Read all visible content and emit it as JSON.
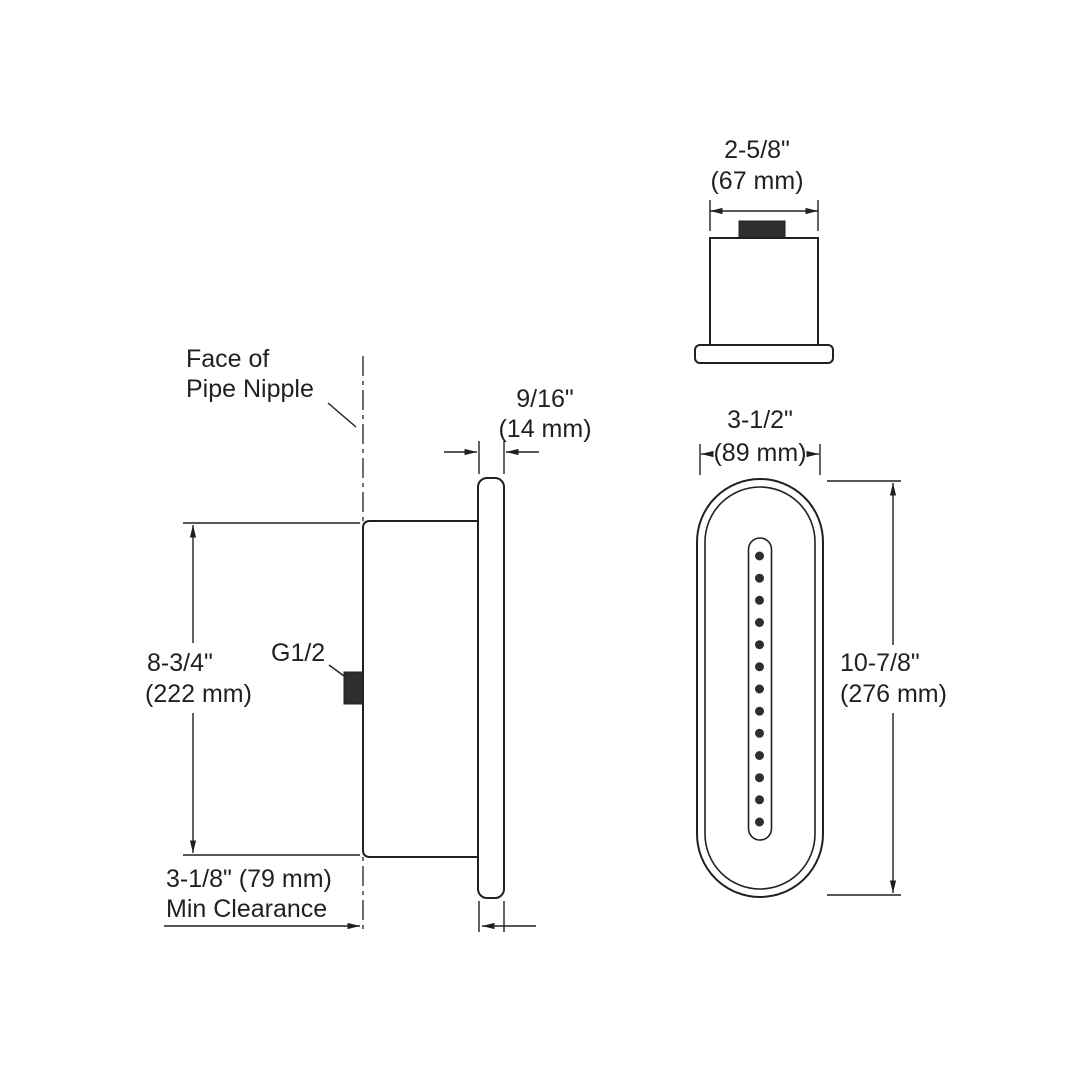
{
  "drawing": {
    "top_view": {
      "width_in": "2-5/8\"",
      "width_mm": "(67 mm)"
    },
    "side_view": {
      "face_label_line1": "Face of",
      "face_label_line2": "Pipe Nipple",
      "thickness_in": "9/16\"",
      "thickness_mm": "(14 mm)",
      "height_in": "8-3/4\"",
      "height_mm": "(222 mm)",
      "thread_label": "G1/2",
      "clearance_line1": "3-1/8\" (79 mm)",
      "clearance_line2": "Min Clearance"
    },
    "front_view": {
      "width_in": "3-1/2\"",
      "width_mm": "(89 mm)",
      "height_in": "10-7/8\"",
      "height_mm": "(276 mm)",
      "nozzle_count": 13
    },
    "colors": {
      "line": "#231f20",
      "fill_dark": "#2e2e2e",
      "background": "#ffffff"
    }
  }
}
